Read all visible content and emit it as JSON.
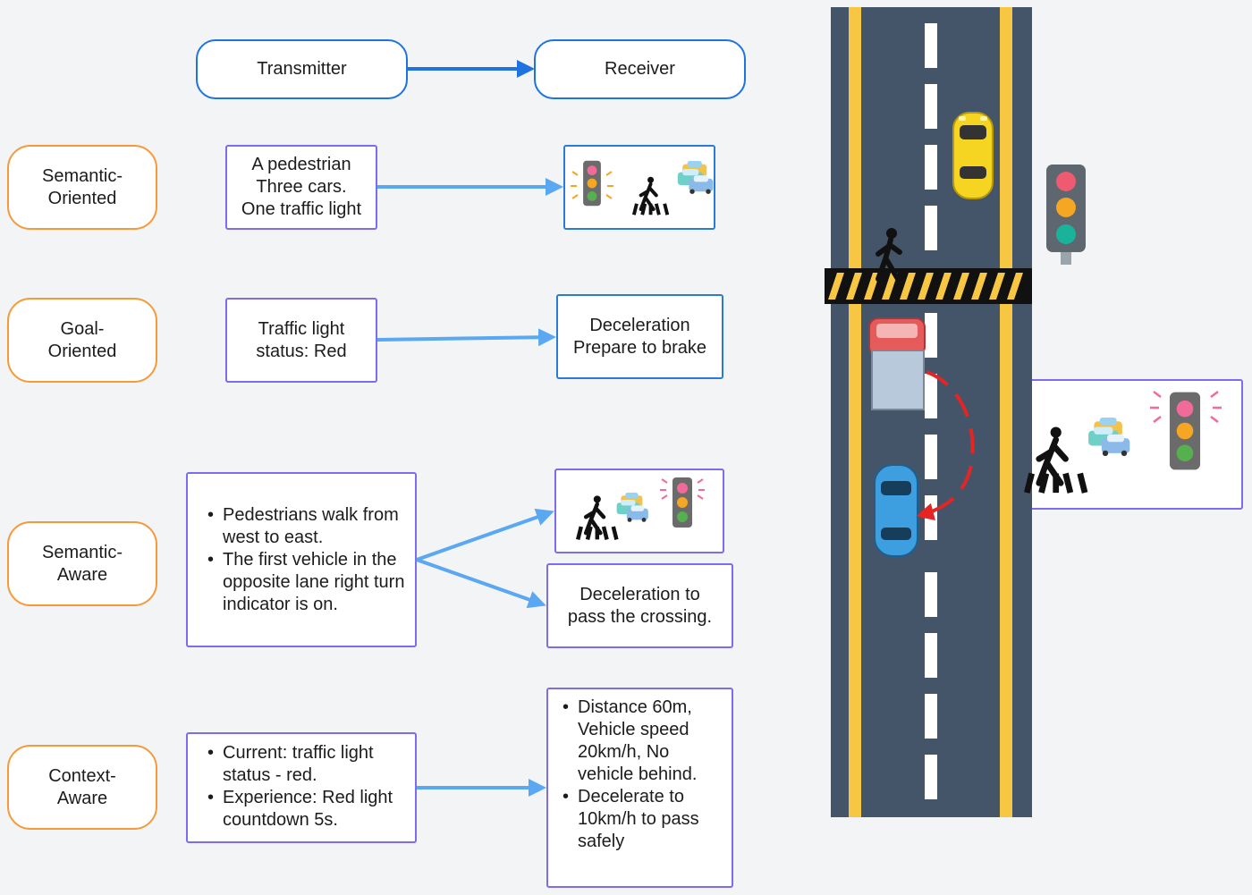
{
  "header": {
    "transmitter": "Transmitter",
    "receiver": "Receiver"
  },
  "categories": {
    "semantic_oriented": [
      "Semantic-",
      "Oriented"
    ],
    "goal_oriented": [
      "Goal-",
      "Oriented"
    ],
    "semantic_aware": [
      "Semantic-",
      "Aware"
    ],
    "context_aware": [
      "Context-",
      "Aware"
    ]
  },
  "transmit": {
    "semantic_oriented": [
      "A pedestrian",
      "Three cars.",
      "One traffic light"
    ],
    "goal_oriented": [
      "Traffic light",
      "status: Red"
    ],
    "semantic_aware": [
      "Pedestrians walk from west to east.",
      "The first vehicle in the opposite lane right turn indicator is on."
    ],
    "context_aware": [
      "Current: traffic light status - red.",
      "Experience: Red light countdown 5s."
    ]
  },
  "receive": {
    "goal_oriented": [
      "Deceleration",
      "Prepare to brake"
    ],
    "semantic_aware": [
      "Deceleration to",
      "pass the crossing."
    ],
    "context_aware": [
      "Distance 60m, Vehicle speed 20km/h, No vehicle behind.",
      "Decelerate to 10km/h to pass safely"
    ]
  },
  "colors": {
    "road": "#44556a",
    "lane_yellow": "#f7c744",
    "arrow_blue": "#5aa7f2",
    "arrow_red": "#e52424",
    "car_yellow": "#f5d422",
    "car_blue": "#3d9ee0",
    "truck_red": "#e55a5a"
  },
  "icons": [
    "traffic-light-icon",
    "pedestrian-crossing-icon",
    "cars-icon",
    "yellow-car-icon",
    "blue-car-icon",
    "truck-icon",
    "walking-person-icon"
  ]
}
